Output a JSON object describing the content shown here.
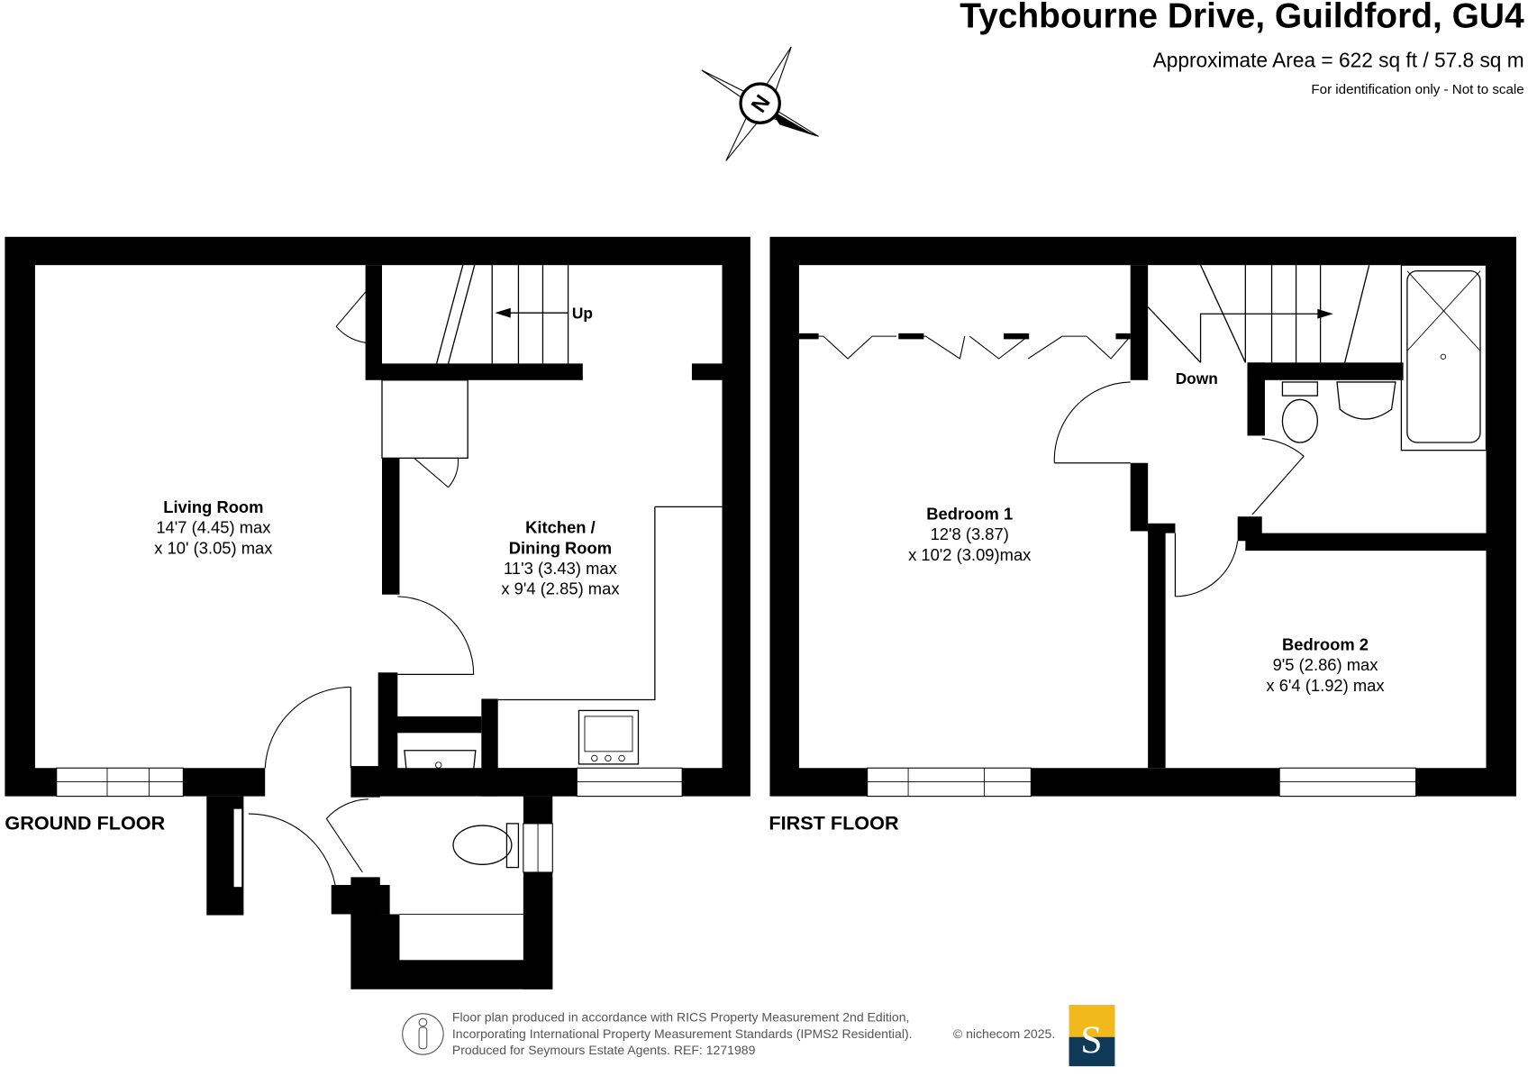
{
  "header": {
    "title": "Tychbourne Drive, Guildford, GU4",
    "area": "Approximate Area = 622 sq ft / 57.8 sq m",
    "disclaimer": "For identification only - Not to scale"
  },
  "compass": {
    "label": "N"
  },
  "ground_floor": {
    "label": "GROUND FLOOR",
    "stairs_label": "Up",
    "rooms": [
      {
        "name": "Living Room",
        "dim1": "14'7 (4.45) max",
        "dim2": "x 10' (3.05) max"
      },
      {
        "name": "Kitchen /",
        "name2": "Dining Room",
        "dim1": "11'3 (3.43) max",
        "dim2": "x 9'4 (2.85) max"
      }
    ]
  },
  "first_floor": {
    "label": "FIRST FLOOR",
    "stairs_label": "Down",
    "rooms": [
      {
        "name": "Bedroom 1",
        "dim1": "12'8 (3.87)",
        "dim2": "x 10'2 (3.09)max"
      },
      {
        "name": "Bedroom 2",
        "dim1": "9'5 (2.86) max",
        "dim2": "x 6'4 (1.92) max"
      }
    ]
  },
  "footer": {
    "line1": "Floor plan produced in accordance with RICS Property Measurement 2nd Edition,",
    "line2": "Incorporating International Property Measurement Standards (IPMS2 Residential).",
    "line3": "Produced for Seymours Estate Agents.   REF: 1271989",
    "copyright": "© nichecom 2025.",
    "logo_letter": "S",
    "logo_colors": {
      "top": "#f2b91c",
      "bottom": "#0f3a57"
    }
  }
}
